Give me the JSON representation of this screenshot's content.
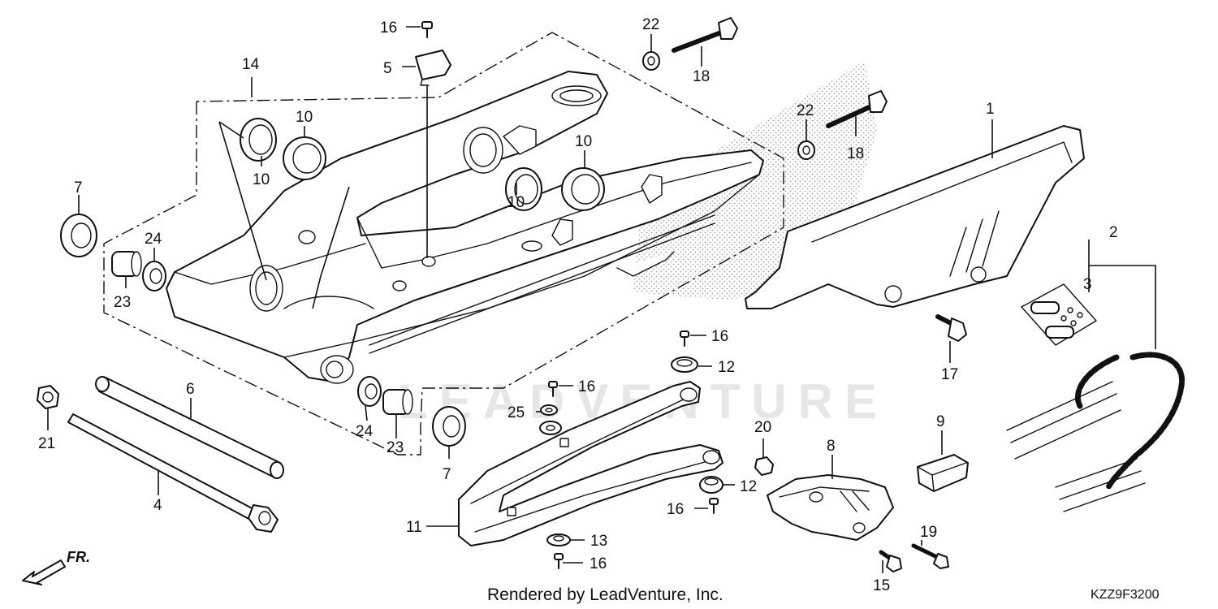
{
  "watermark": "LEADVENTURE",
  "credit": "Rendered by LeadVenture, Inc.",
  "diagram_code": "KZZ9F3200",
  "front_indicator": "FR.",
  "callouts": [
    {
      "id": "c1",
      "label": "1"
    },
    {
      "id": "c2",
      "label": "2"
    },
    {
      "id": "c3",
      "label": "3"
    },
    {
      "id": "c4",
      "label": "4"
    },
    {
      "id": "c5",
      "label": "5"
    },
    {
      "id": "c6",
      "label": "6"
    },
    {
      "id": "c7a",
      "label": "7"
    },
    {
      "id": "c7b",
      "label": "7"
    },
    {
      "id": "c8",
      "label": "8"
    },
    {
      "id": "c9",
      "label": "9"
    },
    {
      "id": "c10a",
      "label": "10"
    },
    {
      "id": "c10b",
      "label": "10"
    },
    {
      "id": "c10c",
      "label": "10"
    },
    {
      "id": "c10d",
      "label": "10"
    },
    {
      "id": "c11",
      "label": "11"
    },
    {
      "id": "c12a",
      "label": "12"
    },
    {
      "id": "c12b",
      "label": "12"
    },
    {
      "id": "c13",
      "label": "13"
    },
    {
      "id": "c14",
      "label": "14"
    },
    {
      "id": "c15",
      "label": "15"
    },
    {
      "id": "c16a",
      "label": "16"
    },
    {
      "id": "c16b",
      "label": "16"
    },
    {
      "id": "c16c",
      "label": "16"
    },
    {
      "id": "c16d",
      "label": "16"
    },
    {
      "id": "c16e",
      "label": "16"
    },
    {
      "id": "c17",
      "label": "17"
    },
    {
      "id": "c18a",
      "label": "18"
    },
    {
      "id": "c18b",
      "label": "18"
    },
    {
      "id": "c19",
      "label": "19"
    },
    {
      "id": "c20",
      "label": "20"
    },
    {
      "id": "c21",
      "label": "21"
    },
    {
      "id": "c22a",
      "label": "22"
    },
    {
      "id": "c22b",
      "label": "22"
    },
    {
      "id": "c23a",
      "label": "23"
    },
    {
      "id": "c23b",
      "label": "23"
    },
    {
      "id": "c24a",
      "label": "24"
    },
    {
      "id": "c24b",
      "label": "24"
    },
    {
      "id": "c25",
      "label": "25"
    }
  ]
}
